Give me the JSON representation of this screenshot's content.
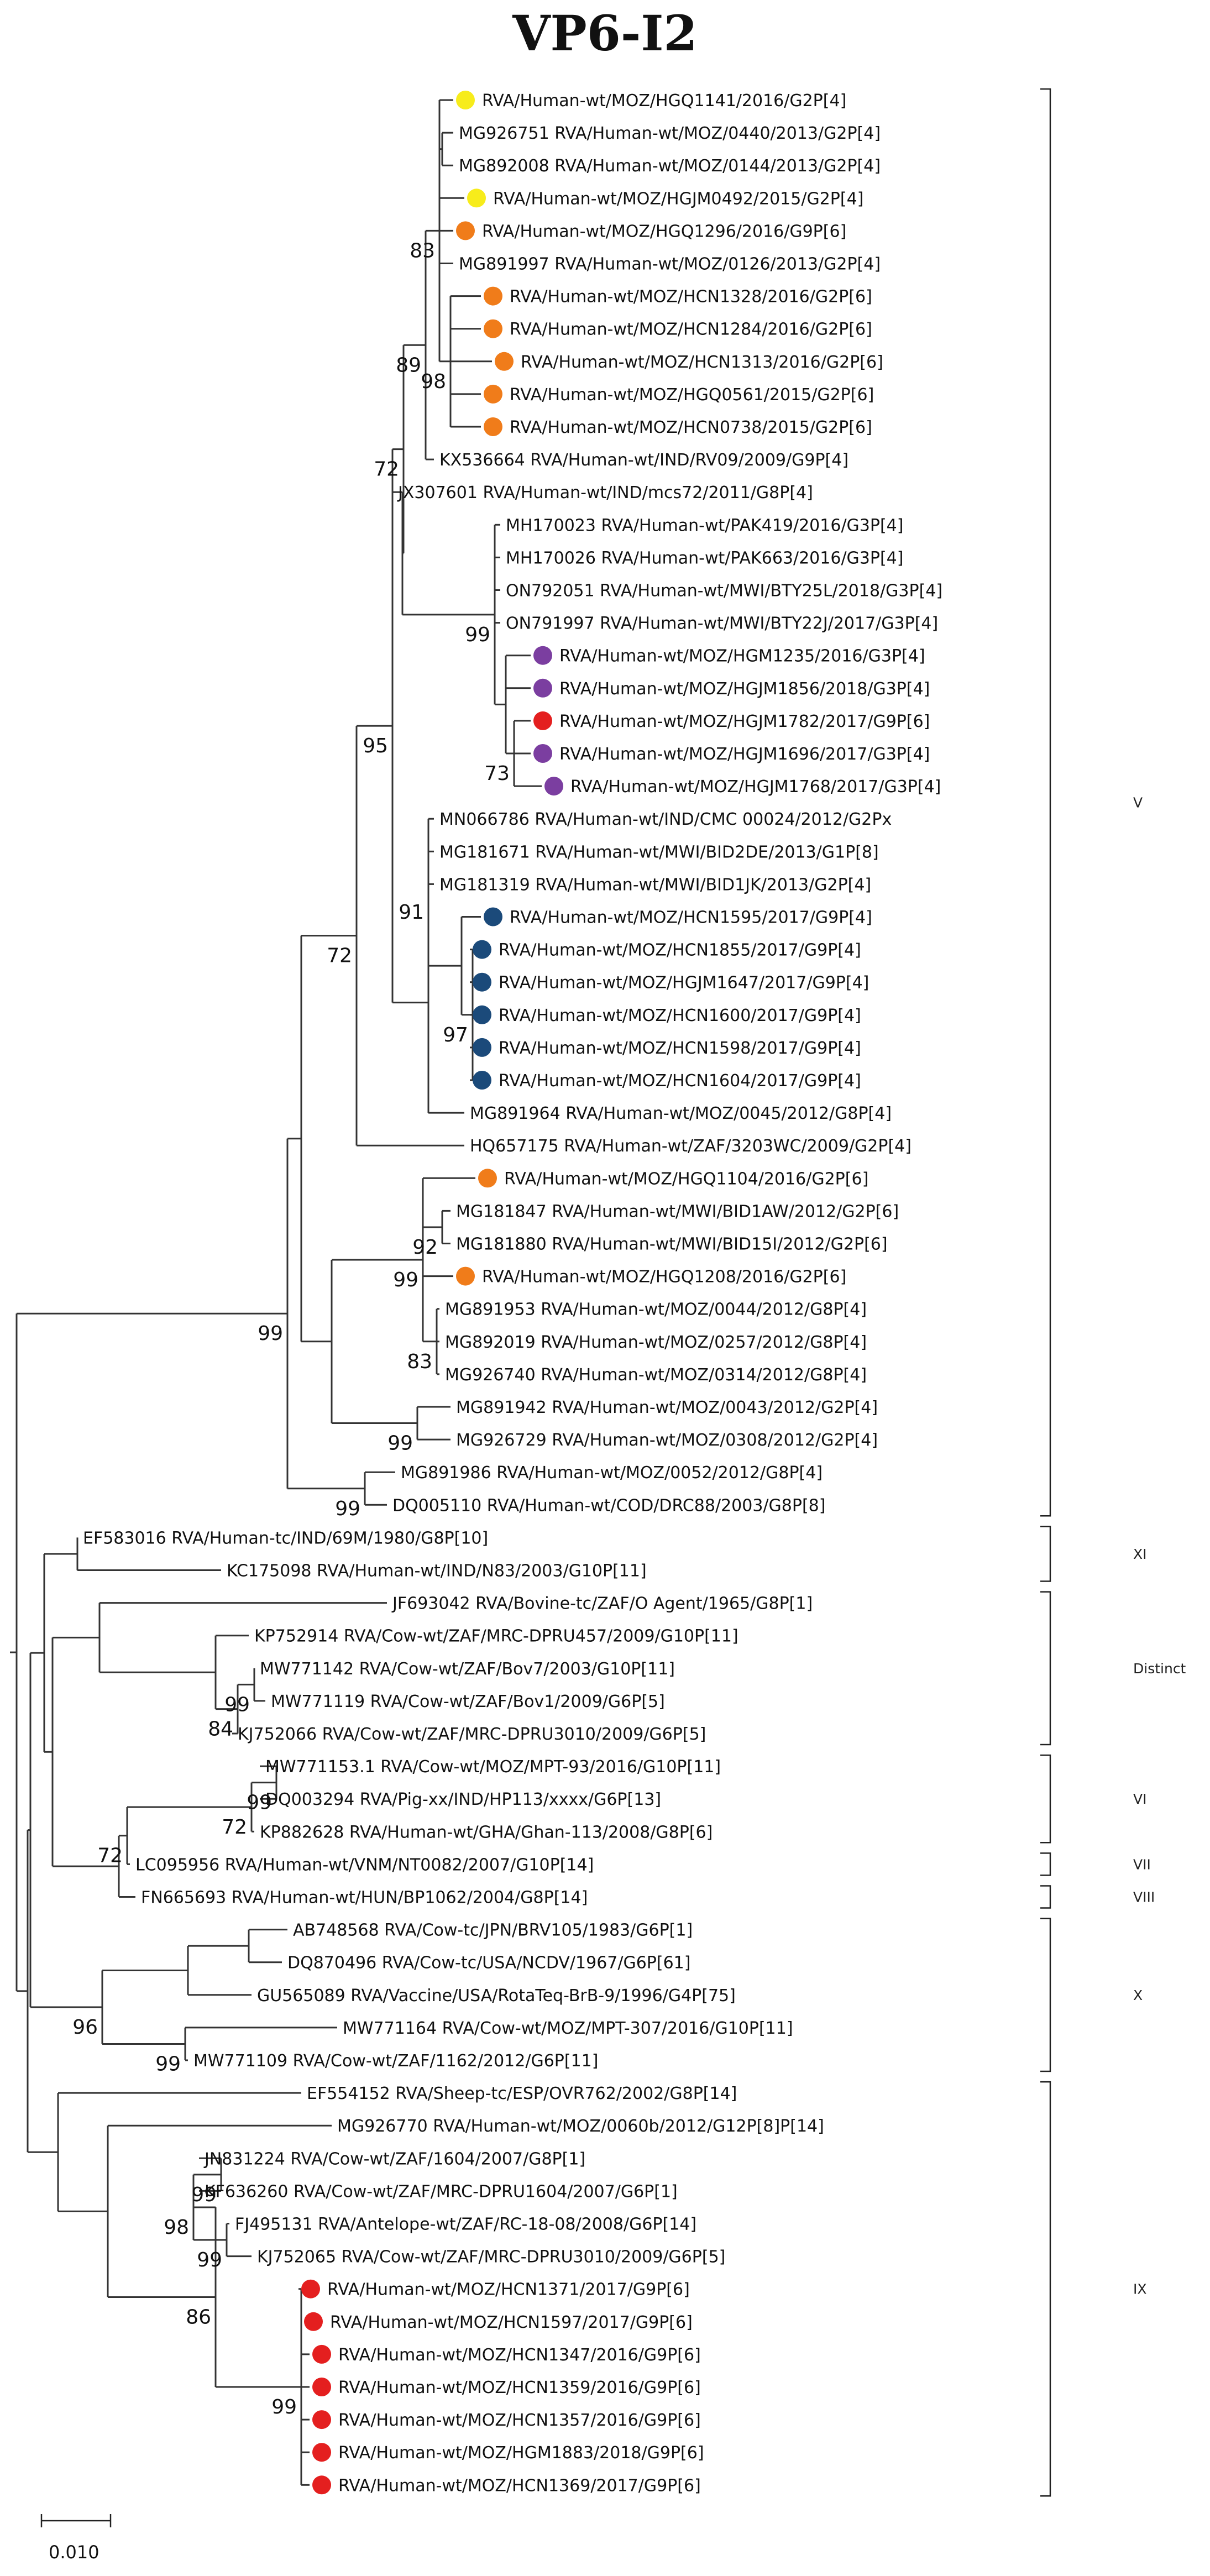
{
  "title": "VP6-I2",
  "colors": {
    "yellow": "#f7ec1b",
    "orange": "#f07c1a",
    "purple": "#7b3ea0",
    "red": "#e41f1f",
    "navy": "#1b4a7a"
  },
  "taxa": [
    {
      "label": "RVA/Human-wt/MOZ/HGQ1141/2016/G2P[4]",
      "marker": "yellow"
    },
    {
      "label": "MG926751 RVA/Human-wt/MOZ/0440/2013/G2P[4]"
    },
    {
      "label": "MG892008 RVA/Human-wt/MOZ/0144/2013/G2P[4]"
    },
    {
      "label": "RVA/Human-wt/MOZ/HGJM0492/2015/G2P[4]",
      "marker": "yellow"
    },
    {
      "label": "RVA/Human-wt/MOZ/HGQ1296/2016/G9P[6]",
      "marker": "orange"
    },
    {
      "label": "MG891997 RVA/Human-wt/MOZ/0126/2013/G2P[4]"
    },
    {
      "label": "RVA/Human-wt/MOZ/HCN1328/2016/G2P[6]",
      "marker": "orange"
    },
    {
      "label": "RVA/Human-wt/MOZ/HCN1284/2016/G2P[6]",
      "marker": "orange"
    },
    {
      "label": "RVA/Human-wt/MOZ/HCN1313/2016/G2P[6]",
      "marker": "orange"
    },
    {
      "label": "RVA/Human-wt/MOZ/HGQ0561/2015/G2P[6]",
      "marker": "orange"
    },
    {
      "label": "RVA/Human-wt/MOZ/HCN0738/2015/G2P[6]",
      "marker": "orange"
    },
    {
      "label": "KX536664 RVA/Human-wt/IND/RV09/2009/G9P[4]"
    },
    {
      "label": "JX307601 RVA/Human-wt/IND/mcs72/2011/G8P[4]"
    },
    {
      "label": "MH170023 RVA/Human-wt/PAK419/2016/G3P[4]"
    },
    {
      "label": "MH170026 RVA/Human-wt/PAK663/2016/G3P[4]"
    },
    {
      "label": "ON792051 RVA/Human-wt/MWI/BTY25L/2018/G3P[4]"
    },
    {
      "label": "ON791997 RVA/Human-wt/MWI/BTY22J/2017/G3P[4]"
    },
    {
      "label": "RVA/Human-wt/MOZ/HGM1235/2016/G3P[4]",
      "marker": "purple"
    },
    {
      "label": "RVA/Human-wt/MOZ/HGJM1856/2018/G3P[4]",
      "marker": "purple"
    },
    {
      "label": "RVA/Human-wt/MOZ/HGJM1782/2017/G9P[6]",
      "marker": "red"
    },
    {
      "label": "RVA/Human-wt/MOZ/HGJM1696/2017/G3P[4]",
      "marker": "purple"
    },
    {
      "label": "RVA/Human-wt/MOZ/HGJM1768/2017/G3P[4]",
      "marker": "purple"
    },
    {
      "label": "MN066786 RVA/Human-wt/IND/CMC 00024/2012/G2Px"
    },
    {
      "label": "MG181671 RVA/Human-wt/MWI/BID2DE/2013/G1P[8]"
    },
    {
      "label": "MG181319 RVA/Human-wt/MWI/BID1JK/2013/G2P[4]"
    },
    {
      "label": "RVA/Human-wt/MOZ/HCN1595/2017/G9P[4]",
      "marker": "navy"
    },
    {
      "label": "RVA/Human-wt/MOZ/HCN1855/2017/G9P[4]",
      "marker": "navy"
    },
    {
      "label": "RVA/Human-wt/MOZ/HGJM1647/2017/G9P[4]",
      "marker": "navy"
    },
    {
      "label": "RVA/Human-wt/MOZ/HCN1600/2017/G9P[4]",
      "marker": "navy"
    },
    {
      "label": "RVA/Human-wt/MOZ/HCN1598/2017/G9P[4]",
      "marker": "navy"
    },
    {
      "label": "RVA/Human-wt/MOZ/HCN1604/2017/G9P[4]",
      "marker": "navy"
    },
    {
      "label": "MG891964 RVA/Human-wt/MOZ/0045/2012/G8P[4]"
    },
    {
      "label": "HQ657175 RVA/Human-wt/ZAF/3203WC/2009/G2P[4]"
    },
    {
      "label": "RVA/Human-wt/MOZ/HGQ1104/2016/G2P[6]",
      "marker": "orange"
    },
    {
      "label": "MG181847 RVA/Human-wt/MWI/BID1AW/2012/G2P[6]"
    },
    {
      "label": "MG181880 RVA/Human-wt/MWI/BID15I/2012/G2P[6]"
    },
    {
      "label": "RVA/Human-wt/MOZ/HGQ1208/2016/G2P[6]",
      "marker": "orange"
    },
    {
      "label": "MG891953 RVA/Human-wt/MOZ/0044/2012/G8P[4]"
    },
    {
      "label": "MG892019 RVA/Human-wt/MOZ/0257/2012/G8P[4]"
    },
    {
      "label": "MG926740 RVA/Human-wt/MOZ/0314/2012/G8P[4]"
    },
    {
      "label": "MG891942 RVA/Human-wt/MOZ/0043/2012/G2P[4]"
    },
    {
      "label": "MG926729 RVA/Human-wt/MOZ/0308/2012/G2P[4]"
    },
    {
      "label": "MG891986 RVA/Human-wt/MOZ/0052/2012/G8P[4]"
    },
    {
      "label": "DQ005110 RVA/Human-wt/COD/DRC88/2003/G8P[8]"
    },
    {
      "label": "EF583016 RVA/Human-tc/IND/69M/1980/G8P[10]"
    },
    {
      "label": "KC175098 RVA/Human-wt/IND/N83/2003/G10P[11]"
    },
    {
      "label": "JF693042 RVA/Bovine-tc/ZAF/O Agent/1965/G8P[1]"
    },
    {
      "label": "KP752914 RVA/Cow-wt/ZAF/MRC-DPRU457/2009/G10P[11]"
    },
    {
      "label": "MW771142 RVA/Cow-wt/ZAF/Bov7/2003/G10P[11]"
    },
    {
      "label": "MW771119 RVA/Cow-wt/ZAF/Bov1/2009/G6P[5]"
    },
    {
      "label": "KJ752066 RVA/Cow-wt/ZAF/MRC-DPRU3010/2009/G6P[5]"
    },
    {
      "label": "MW771153.1 RVA/Cow-wt/MOZ/MPT-93/2016/G10P[11]"
    },
    {
      "label": "DQ003294 RVA/Pig-xx/IND/HP113/xxxx/G6P[13]"
    },
    {
      "label": "KP882628 RVA/Human-wt/GHA/Ghan-113/2008/G8P[6]"
    },
    {
      "label": "LC095956 RVA/Human-wt/VNM/NT0082/2007/G10P[14]"
    },
    {
      "label": "FN665693 RVA/Human-wt/HUN/BP1062/2004/G8P[14]"
    },
    {
      "label": "AB748568 RVA/Cow-tc/JPN/BRV105/1983/G6P[1]"
    },
    {
      "label": "DQ870496 RVA/Cow-tc/USA/NCDV/1967/G6P[61]"
    },
    {
      "label": "GU565089 RVA/Vaccine/USA/RotaTeq-BrB-9/1996/G4P[75]"
    },
    {
      "label": "MW771164 RVA/Cow-wt/MOZ/MPT-307/2016/G10P[11]"
    },
    {
      "label": "MW771109 RVA/Cow-wt/ZAF/1162/2012/G6P[11]"
    },
    {
      "label": "EF554152 RVA/Sheep-tc/ESP/OVR762/2002/G8P[14]"
    },
    {
      "label": "MG926770 RVA/Human-wt/MOZ/0060b/2012/G12P[8]P[14]"
    },
    {
      "label": "JN831224 RVA/Cow-wt/ZAF/1604/2007/G8P[1]"
    },
    {
      "label": "KF636260 RVA/Cow-wt/ZAF/MRC-DPRU1604/2007/G6P[1]"
    },
    {
      "label": "FJ495131 RVA/Antelope-wt/ZAF/RC-18-08/2008/G6P[14]"
    },
    {
      "label": "KJ752065 RVA/Cow-wt/ZAF/MRC-DPRU3010/2009/G6P[5]"
    },
    {
      "label": "RVA/Human-wt/MOZ/HCN1371/2017/G9P[6]",
      "marker": "red"
    },
    {
      "label": "RVA/Human-wt/MOZ/HCN1597/2017/G9P[6]",
      "marker": "red"
    },
    {
      "label": "RVA/Human-wt/MOZ/HCN1347/2016/G9P[6]",
      "marker": "red"
    },
    {
      "label": "RVA/Human-wt/MOZ/HCN1359/2016/G9P[6]",
      "marker": "red"
    },
    {
      "label": "RVA/Human-wt/MOZ/HCN1357/2016/G9P[6]",
      "marker": "red"
    },
    {
      "label": "RVA/Human-wt/MOZ/HGM1883/2018/G9P[6]",
      "marker": "red"
    },
    {
      "label": "RVA/Human-wt/MOZ/HCN1369/2017/G9P[6]",
      "marker": "red"
    }
  ],
  "bootstrap": [
    "83",
    "89",
    "98",
    "99",
    "72",
    "73",
    "95",
    "91",
    "97",
    "72",
    "92",
    "99",
    "83",
    "99",
    "99",
    "99",
    "99",
    "84",
    "99",
    "72",
    "72",
    "99",
    "96",
    "99",
    "99",
    "98",
    "86",
    "99"
  ],
  "clusters": [
    "V",
    "XI",
    "Distinct",
    "VI",
    "VII",
    "VIII",
    "X",
    "IX"
  ],
  "scale_bar": {
    "label": "0.010"
  }
}
